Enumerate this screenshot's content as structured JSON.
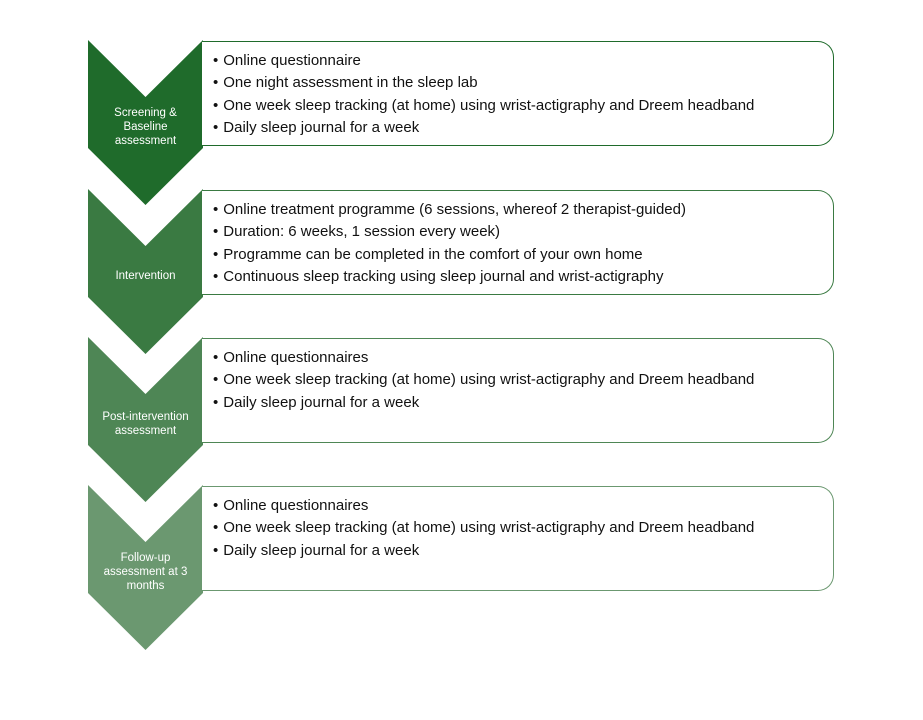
{
  "steps": [
    {
      "label": "Screening & Baseline assessment",
      "color": "#1f6b2b",
      "items": [
        "Online questionnaire",
        "One night assessment in the sleep lab",
        "One week sleep tracking (at home) using wrist-actigraphy and Dreem headband",
        "Daily sleep journal for a week"
      ]
    },
    {
      "label": "Intervention",
      "color": "#3a7a42",
      "items": [
        "Online treatment programme (6 sessions,  whereof 2 therapist-guided)",
        "Duration:  6 weeks, 1 session every week)",
        "Programme can be completed in the comfort of your own home",
        "Continuous  sleep tracking using sleep journal and wrist-actigraphy"
      ]
    },
    {
      "label": "Post-intervention assessment",
      "color": "#4e8655",
      "items": [
        "Online questionnaires",
        "One week sleep tracking (at home) using wrist-actigraphy and Dreem headband",
        "Daily sleep journal for a week"
      ]
    },
    {
      "label": "Follow-up assessment  at 3 months",
      "color": "#6b9870",
      "items": [
        "Online questionnaires",
        "One week sleep tracking (at home) using wrist-actigraphy and Dreem headband",
        "Daily sleep journal for a week"
      ]
    }
  ]
}
